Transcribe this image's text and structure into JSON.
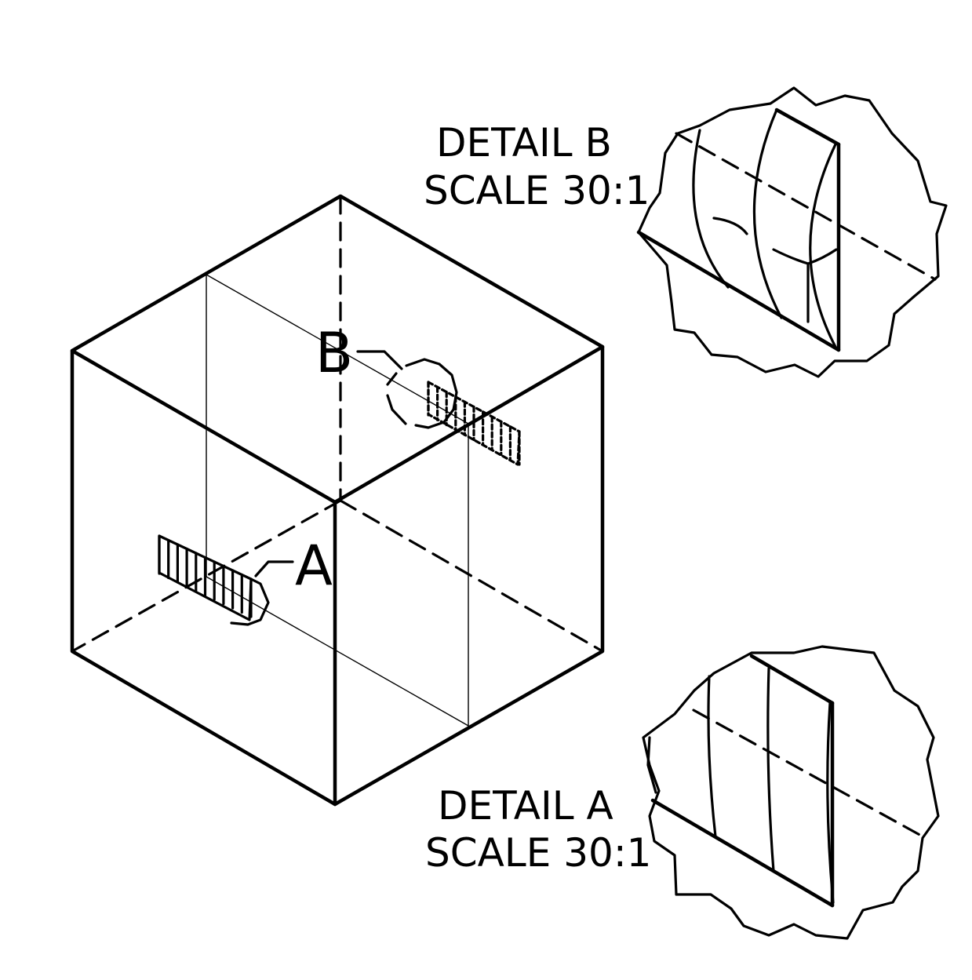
{
  "callouts": {
    "a": "A",
    "b": "B"
  },
  "details": {
    "b": {
      "title": "DETAIL  B",
      "scale": "SCALE 30:1"
    },
    "a": {
      "title": "DETAIL  A",
      "scale": "SCALE 30:1"
    }
  },
  "colors": {
    "line": "#000000",
    "background": "#ffffff"
  }
}
